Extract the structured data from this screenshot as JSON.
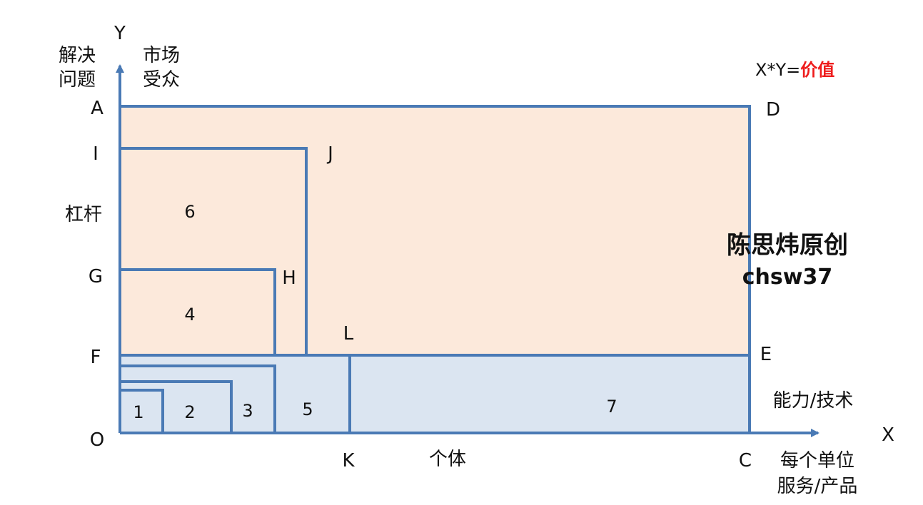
{
  "colors": {
    "line": "#4a7ab5",
    "upper_fill": "#fce9db",
    "lower_fill": "#dbe5f1",
    "text": "#111111",
    "accent_red": "#ee1c1c",
    "watermark": "#8db3d9"
  },
  "axes": {
    "y_label": "Y",
    "x_label": "X",
    "origin_label": "O",
    "y_caption_left": [
      "解决",
      "问题"
    ],
    "y_caption_right": [
      "市场",
      "受众"
    ],
    "y_mid_caption": "杠杆",
    "x_caption_mid": "个体",
    "x_caption_end": [
      "每个单位",
      "服务/产品"
    ]
  },
  "formula": {
    "prefix": "X*Y=",
    "accent": "价值"
  },
  "points": {
    "A": "A",
    "D": "D",
    "I": "I",
    "J": "J",
    "G": "G",
    "H": "H",
    "F": "F",
    "E": "E",
    "L": "L",
    "K": "K",
    "C": "C"
  },
  "region_labels": {
    "r1": "1",
    "r2": "2",
    "r3": "3",
    "r4": "4",
    "r5": "5",
    "r6": "6",
    "r7": "7"
  },
  "capability_label": "能力/技术",
  "watermark": {
    "line1": "陈思炜原创",
    "line2": "chsw37"
  }
}
